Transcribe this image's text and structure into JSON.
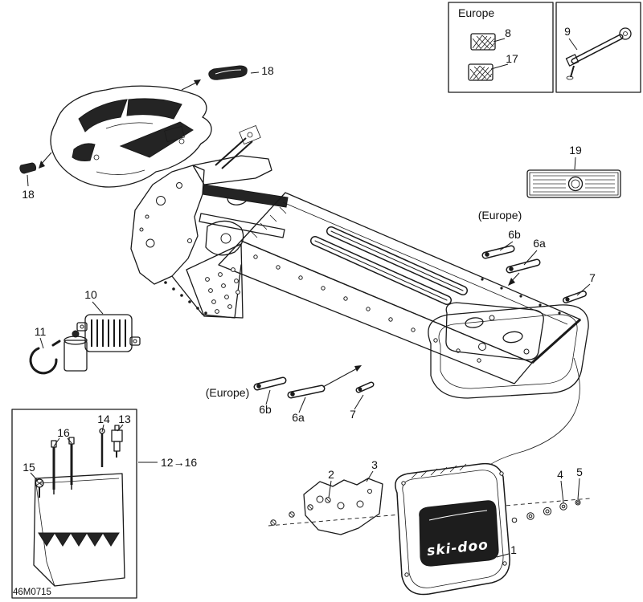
{
  "colors": {
    "background": "#ffffff",
    "line": "#1a1a1a",
    "dark_fill": "#242424",
    "decal_text": "#666666"
  },
  "insets": {
    "europe": {
      "title": "Europe",
      "part8": "8",
      "part17": "17"
    },
    "tool": {
      "part9": "9"
    }
  },
  "callouts": {
    "c18_top": "18",
    "c18_left": "18",
    "c19": "19",
    "europe_upper": "(Europe)",
    "c6b_upper": "6b",
    "c6a_upper": "6a",
    "c7_upper": "7",
    "c10": "10",
    "c11": "11",
    "europe_lower": "(Europe)",
    "c6b_lower": "6b",
    "c6a_lower": "6a",
    "c7_lower": "7",
    "c16": "16",
    "c14": "14",
    "c13": "13",
    "c15": "15",
    "c12_16": "12→16",
    "c2": "2",
    "c3": "3",
    "c4": "4",
    "c5": "5",
    "c1": "1"
  },
  "panel": {
    "brand": "ski-doo"
  },
  "footer": {
    "drawing_number": "46M0715"
  }
}
